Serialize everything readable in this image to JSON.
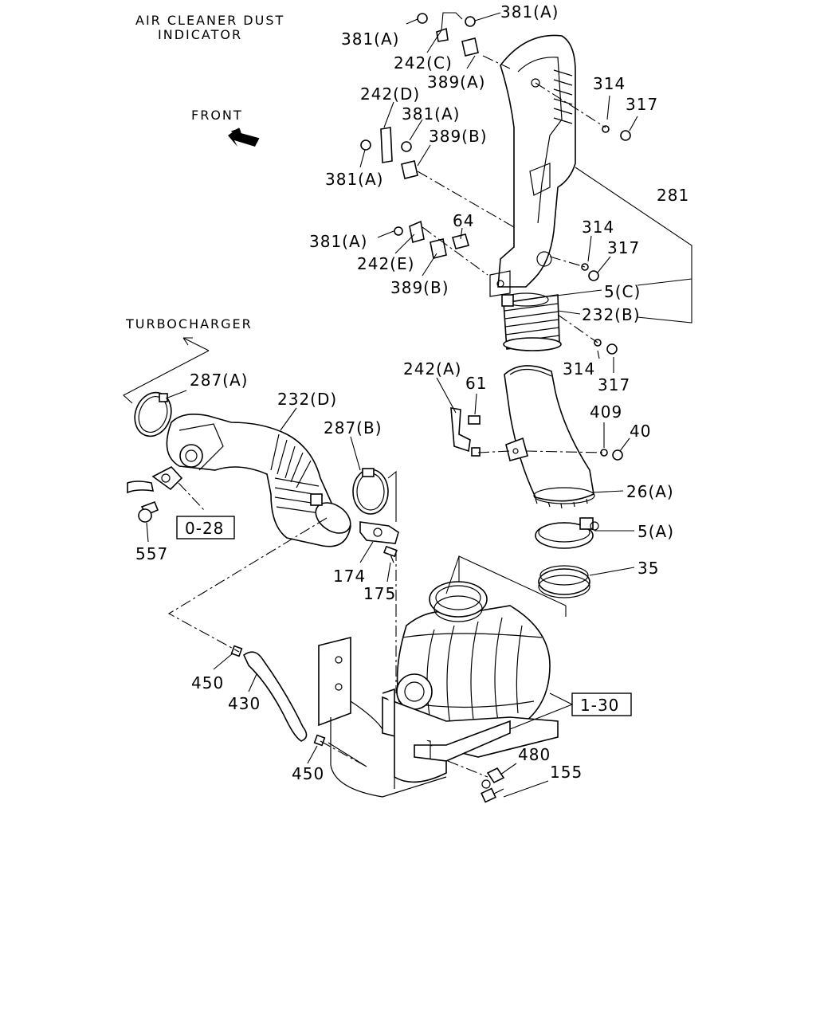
{
  "notes": {
    "dust_indicator_line1": "AIR CLEANER DUST",
    "dust_indicator_line2": "INDICATOR",
    "front": "FRONT",
    "turbocharger": "TURBOCHARGER"
  },
  "refs": {
    "ref_0_28": "0-28",
    "ref_1_30": "1-30"
  },
  "labels": {
    "l381a_1": "381(A)",
    "l381a_2": "381(A)",
    "l242c": "242(C)",
    "l389a": "389(A)",
    "l242d": "242(D)",
    "l381a_3": "381(A)",
    "l389b_1": "389(B)",
    "l381a_4": "381(A)",
    "l314_1": "314",
    "l317_1": "317",
    "l281": "281",
    "l64": "64",
    "l381a_5": "381(A)",
    "l314_2": "314",
    "l317_2": "317",
    "l242e": "242(E)",
    "l389b_2": "389(B)",
    "l5c": "5(C)",
    "l232b": "232(B)",
    "l314_3": "314",
    "l317_3": "317",
    "l242a": "242(A)",
    "l61": "61",
    "l409": "409",
    "l40": "40",
    "l287a": "287(A)",
    "l232d": "232(D)",
    "l287b": "287(B)",
    "l26a": "26(A)",
    "l5a": "5(A)",
    "l35": "35",
    "l557": "557",
    "l174": "174",
    "l175": "175",
    "l450_1": "450",
    "l430": "430",
    "l450_2": "450",
    "l480": "480",
    "l155": "155"
  }
}
